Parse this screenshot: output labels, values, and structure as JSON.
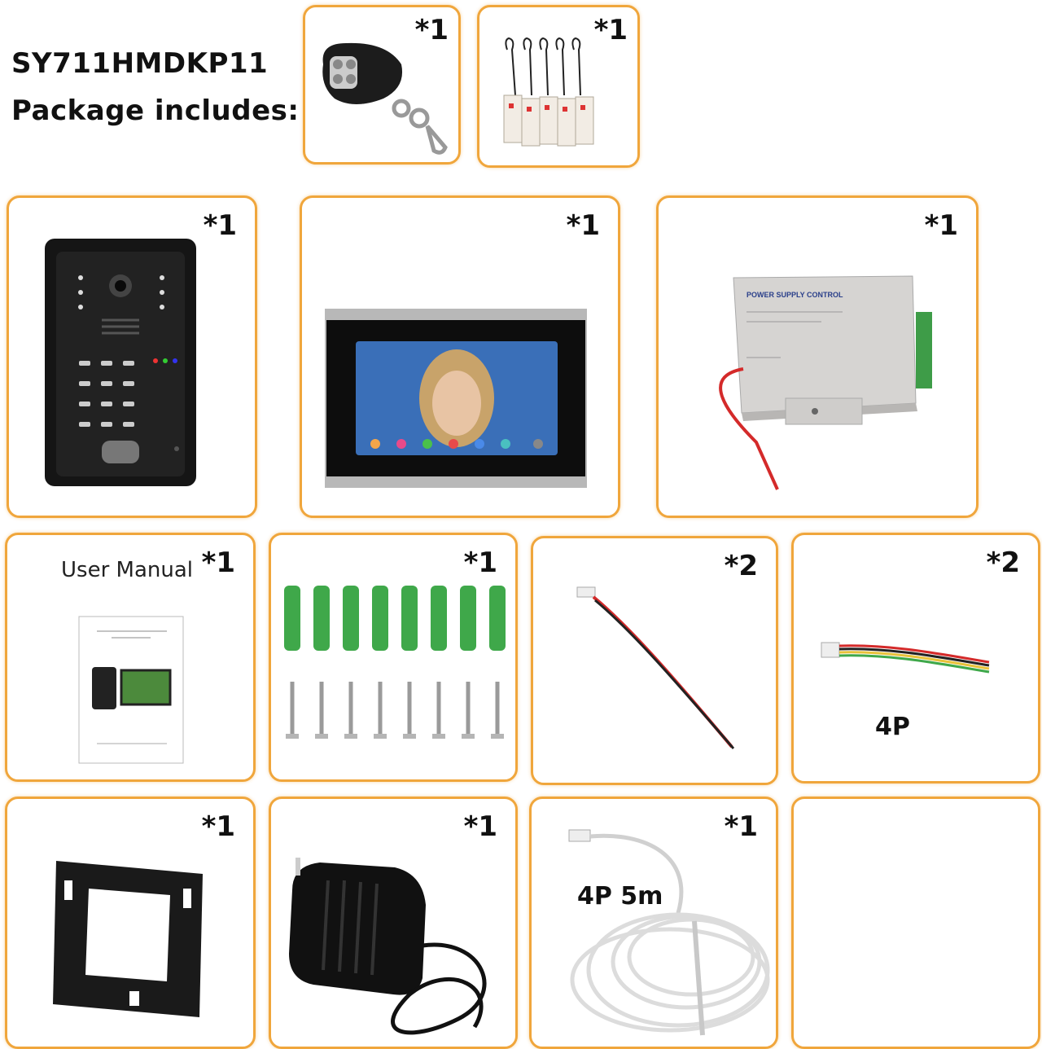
{
  "header": {
    "model": "SY711HMDKP11",
    "subtitle": "Package includes:"
  },
  "items": [
    {
      "name": "Remote control",
      "qty": "*1"
    },
    {
      "name": "RFID key tags",
      "qty": "*1"
    },
    {
      "name": "Outdoor doorbell camera",
      "qty": "*1"
    },
    {
      "name": "Indoor monitor",
      "qty": "*1"
    },
    {
      "name": "Power supply control",
      "qty": "*1",
      "print": "POWER SUPPLY CONTROL"
    },
    {
      "name": "User manual",
      "qty": "*1",
      "label": "User Manual"
    },
    {
      "name": "Wall plugs and screws",
      "qty": "*1"
    },
    {
      "name": "2-pin cable",
      "qty": "*2"
    },
    {
      "name": "4-pin cable",
      "qty": "*2",
      "label": "4P"
    },
    {
      "name": "Mounting bracket",
      "qty": "*1"
    },
    {
      "name": "Power adapter",
      "qty": "*1"
    },
    {
      "name": "4-pin cable 5m",
      "qty": "*1",
      "label": "4P 5m"
    }
  ],
  "colors": {
    "border": "#f0a63c",
    "plug_green": "#3fa84a",
    "wire_red": "#d42a2a"
  }
}
